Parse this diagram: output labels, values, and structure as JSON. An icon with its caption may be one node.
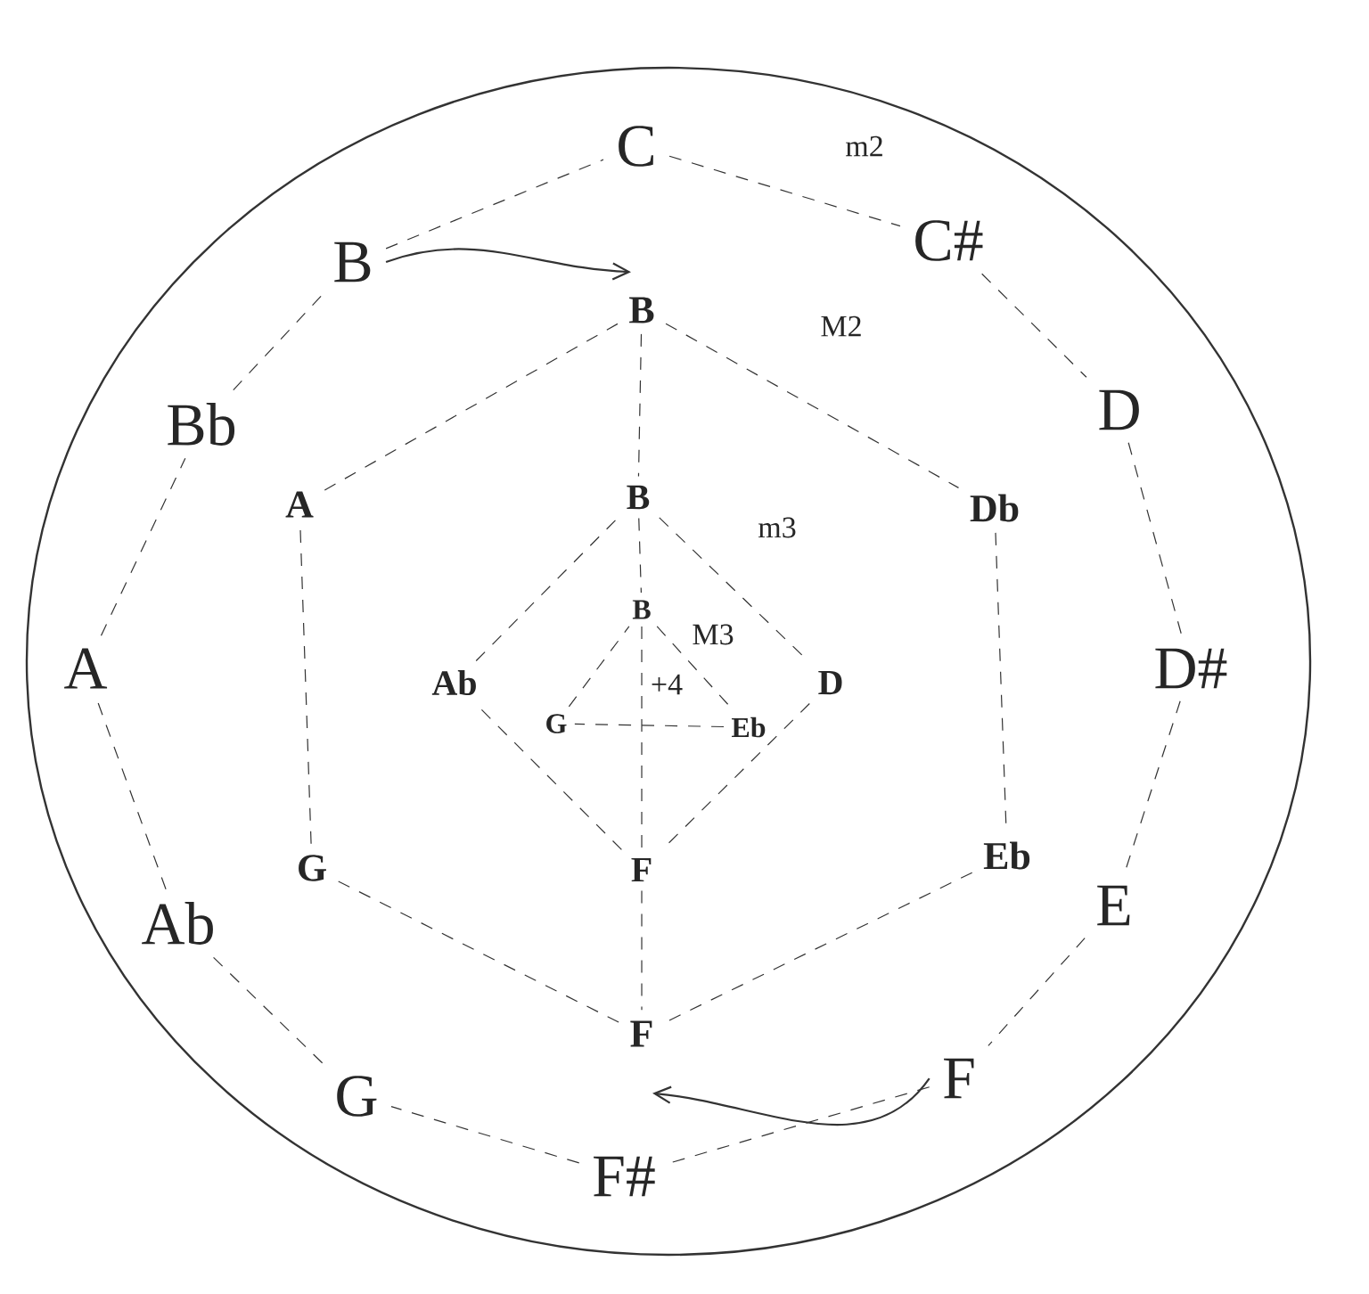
{
  "diagram": {
    "nodes": [
      {
        "text": [
          "C"
        ]
      },
      {
        "text": [
          "C#"
        ]
      },
      {
        "text": [
          "D"
        ]
      },
      {
        "text": [
          "D#"
        ]
      },
      {
        "text": [
          "E"
        ]
      },
      {
        "text": [
          "F"
        ]
      },
      {
        "text": [
          "F#"
        ]
      },
      {
        "text": [
          "G"
        ]
      },
      {
        "text": [
          "Ab"
        ]
      },
      {
        "text": [
          "A"
        ]
      },
      {
        "text": [
          "Bb"
        ]
      },
      {
        "text": [
          "B"
        ]
      },
      {
        "text": [
          "B"
        ]
      },
      {
        "text": [
          "Db"
        ]
      },
      {
        "text": [
          "Eb"
        ]
      },
      {
        "text": [
          "F"
        ]
      },
      {
        "text": [
          "G"
        ]
      },
      {
        "text": [
          "A"
        ]
      },
      {
        "text": [
          "B"
        ]
      },
      {
        "text": [
          "D"
        ]
      },
      {
        "text": [
          "F"
        ]
      },
      {
        "text": [
          "Ab"
        ]
      },
      {
        "text": [
          "B"
        ]
      },
      {
        "text": [
          "Eb"
        ]
      },
      {
        "text": [
          "G"
        ]
      }
    ],
    "edges": [
      {
        "from": 0,
        "to": 1,
        "arrow": "none",
        "style": "dashed"
      },
      {
        "from": 1,
        "to": 2,
        "arrow": "none",
        "style": "dashed"
      },
      {
        "from": 2,
        "to": 3,
        "arrow": "none",
        "style": "dashed"
      },
      {
        "from": 3,
        "to": 4,
        "arrow": "none",
        "style": "dashed"
      },
      {
        "from": 4,
        "to": 5,
        "arrow": "none",
        "style": "dashed"
      },
      {
        "from": 5,
        "to": 6,
        "arrow": "none",
        "style": "dashed"
      },
      {
        "from": 6,
        "to": 7,
        "arrow": "none",
        "style": "dashed"
      },
      {
        "from": 7,
        "to": 8,
        "arrow": "none",
        "style": "dashed"
      },
      {
        "from": 8,
        "to": 9,
        "arrow": "none",
        "style": "dashed"
      },
      {
        "from": 9,
        "to": 10,
        "arrow": "none",
        "style": "dashed"
      },
      {
        "from": 10,
        "to": 11,
        "arrow": "none",
        "style": "dashed"
      },
      {
        "from": 11,
        "to": 0,
        "arrow": "none",
        "style": "dashed"
      },
      {
        "from": 12,
        "to": 13,
        "arrow": "none",
        "style": "dashed"
      },
      {
        "from": 13,
        "to": 14,
        "arrow": "none",
        "style": "dashed"
      },
      {
        "from": 14,
        "to": 15,
        "arrow": "none",
        "style": "dashed"
      },
      {
        "from": 15,
        "to": 16,
        "arrow": "none",
        "style": "dashed"
      },
      {
        "from": 16,
        "to": 17,
        "arrow": "none",
        "style": "dashed"
      },
      {
        "from": 17,
        "to": 12,
        "arrow": "none",
        "style": "dashed"
      },
      {
        "from": 18,
        "to": 19,
        "arrow": "none",
        "style": "dashed"
      },
      {
        "from": 19,
        "to": 20,
        "arrow": "none",
        "style": "dashed"
      },
      {
        "from": 20,
        "to": 21,
        "arrow": "none",
        "style": "dashed"
      },
      {
        "from": 21,
        "to": 18,
        "arrow": "none",
        "style": "dashed"
      },
      {
        "from": 22,
        "to": 23,
        "arrow": "none",
        "style": "dashed"
      },
      {
        "from": 23,
        "to": 24,
        "arrow": "none",
        "style": "dashed"
      },
      {
        "from": 24,
        "to": 22,
        "arrow": "none",
        "style": "dashed"
      },
      {
        "from": 12,
        "to": 18,
        "arrow": "none",
        "style": "dashed"
      },
      {
        "from": 18,
        "to": 22,
        "arrow": "none",
        "style": "dashed"
      },
      {
        "from": 22,
        "to": 20,
        "arrow": "none",
        "style": "dashed"
      },
      {
        "from": 20,
        "to": 15,
        "arrow": "none",
        "style": "dashed"
      },
      {
        "from": 11,
        "to": 12,
        "arrow": "to"
      },
      {
        "from": 5,
        "to": 15,
        "arrow": "to"
      }
    ],
    "labels": [
      "m2",
      "M2",
      "m3",
      "M3",
      "+4"
    ]
  }
}
